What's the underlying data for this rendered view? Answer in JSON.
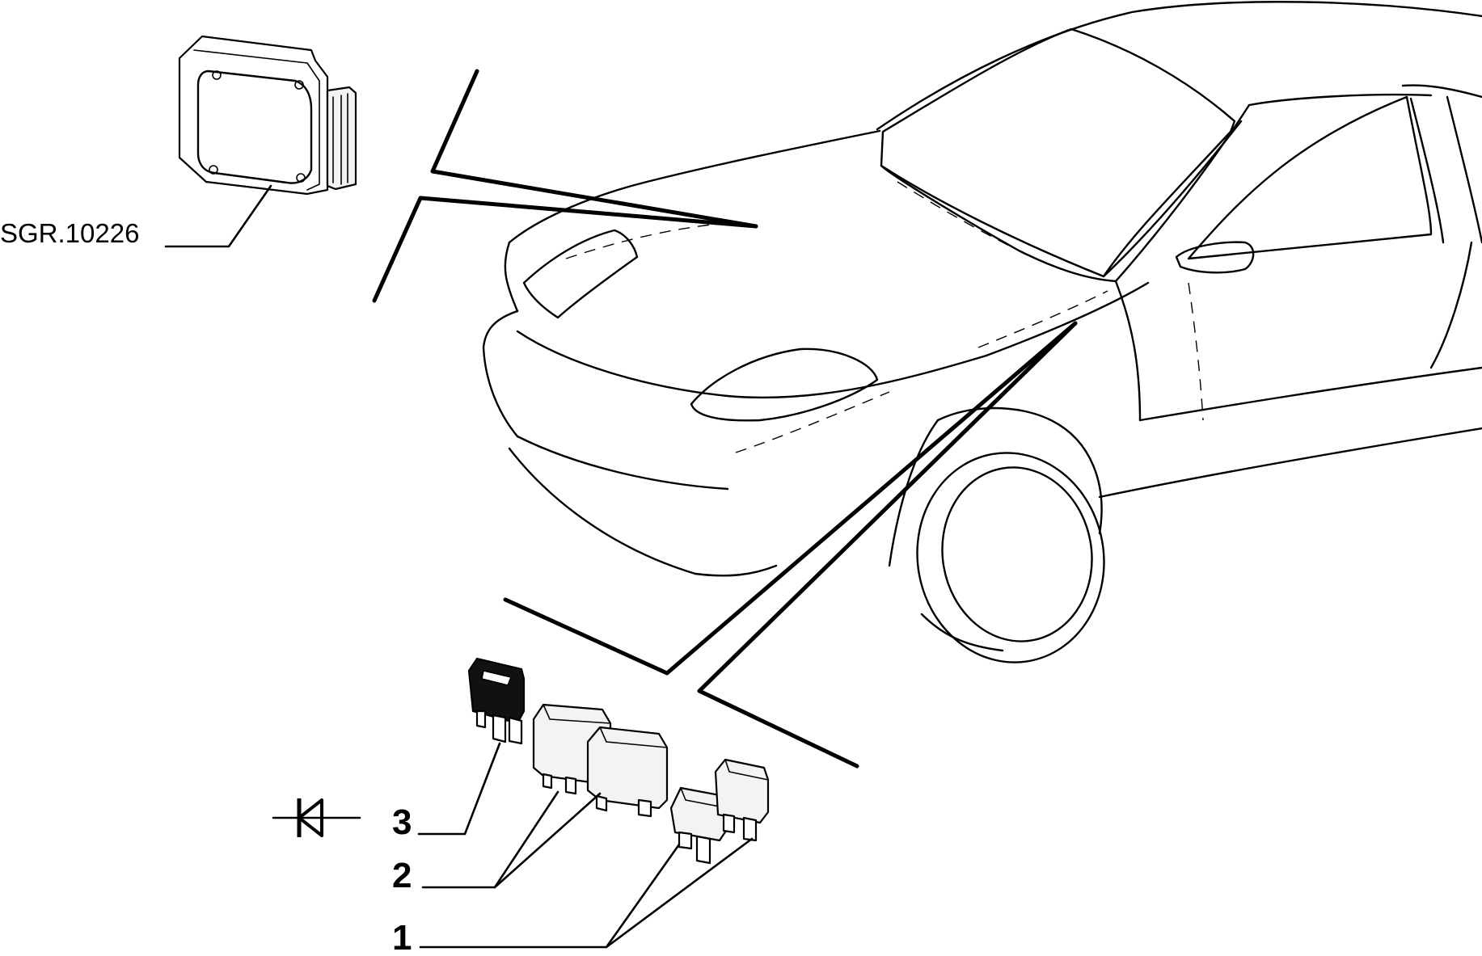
{
  "diagram": {
    "part_code": "SGR.10226",
    "callouts": [
      {
        "id": "1",
        "label": "1"
      },
      {
        "id": "2",
        "label": "2"
      },
      {
        "id": "3",
        "label": "3"
      }
    ],
    "symbols": [
      "diode-symbol-icon"
    ],
    "colors": {
      "line": "#000000",
      "background": "#ffffff",
      "part_fill": "#f3f3f3"
    }
  }
}
